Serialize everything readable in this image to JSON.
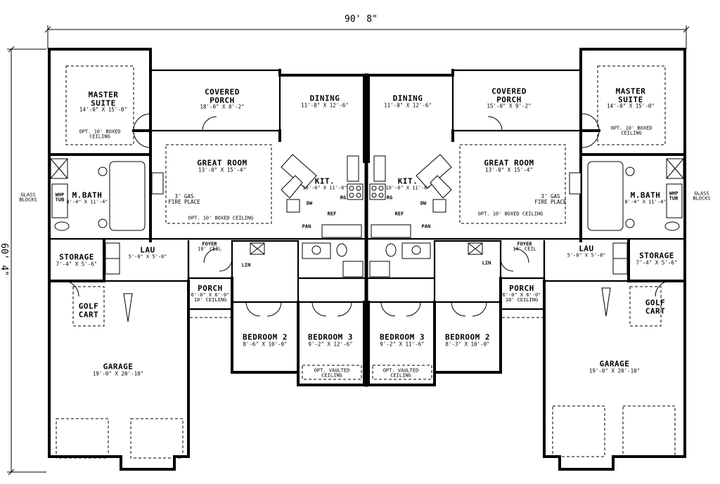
{
  "dimensions": {
    "overall_width": "90' 8\"",
    "overall_depth": "60' 4\""
  },
  "rooms": {
    "master_suite": {
      "name": "MASTER SUITE",
      "name_l1": "MASTER",
      "name_l2": "SUITE",
      "dim_left": "14'-0\" X 15'-0\"",
      "dim_right": "14'-0\" X 15'-0\"",
      "note_l1": "OPT. 10' BOXED",
      "note_l2": "CEILING"
    },
    "covered_porch": {
      "name_l1": "COVERED",
      "name_l2": "PORCH",
      "dim_left": "18'-0\" X 8'-2\"",
      "dim_right": "15'-0\" X 9'-2\""
    },
    "dining": {
      "name": "DINING",
      "dim_left": "11'-8\" X 12'-6\"",
      "dim_right": "11'-8\" X 12'-6\""
    },
    "great_room": {
      "name": "GREAT ROOM",
      "dim_left": "13'-0\" X 15'-4\"",
      "dim_right": "13'-0\" X 15'-4\"",
      "fire_l1": "3' GAS",
      "fire_l2": "FIRE PLACE",
      "note_left": "OPT. 10' BOXED CEILING",
      "note_right": "OPT. 10' BOXED CEILING"
    },
    "kitchen": {
      "name": "KIT.",
      "dim_left": "10'-6\" X 11'-8\"",
      "dim_right": "10'-6\" X 11'-8\"",
      "dw": "DW",
      "ref": "REF",
      "rg": "RG",
      "pan": "PAN"
    },
    "master_bath": {
      "name": "M.BATH",
      "dim_left": "8'-4\" X 11'-4\"",
      "dim_right": "8'-4\" X 11'-4\"",
      "whp_l1": "WHP",
      "whp_l2": "TUB",
      "glass_l1": "GLASS",
      "glass_l2": "BLOCKS"
    },
    "storage": {
      "name": "STORAGE",
      "dim_left": "7'-4\" X 5'-6\"",
      "dim_right": "7'-4\" X 5'-6\""
    },
    "laundry": {
      "name": "LAU",
      "dim_left": "5'-8\" X 5'-8\"",
      "dim_right": "5'-8\" X 5'-8\""
    },
    "foyer": {
      "name": "FOYER",
      "note": "10' CEIL"
    },
    "lin": "LIN",
    "porch": {
      "name": "PORCH",
      "dim": "6'-0\" X 6'-0\"",
      "note": "10' CEILING"
    },
    "golf_cart": {
      "l1": "GOLF",
      "l2": "CART"
    },
    "garage": {
      "name": "GARAGE",
      "dim_left": "19'-0\" X 20'-10\"",
      "dim_right": "19'-0\" X 20'-10\""
    },
    "bedroom2": {
      "name": "BEDROOM 2",
      "dim_left": "8'-6\" X 10'-0\"",
      "dim_right": "8'-3\" X 10'-0\""
    },
    "bedroom3": {
      "name": "BEDROOM 3",
      "dim_left": "9'-2\" X 12'-6\"",
      "dim_right": "9'-2\" X 11'-6\"",
      "note_l1": "OPT. VAULTED",
      "note_l2": "CEILING"
    }
  }
}
